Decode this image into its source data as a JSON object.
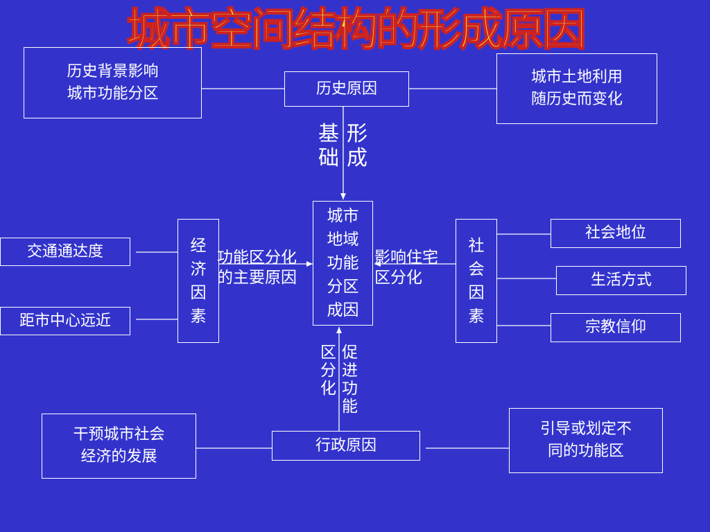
{
  "title": "城市空间结构的形成原因",
  "boxes": {
    "history_bg": "历史背景影响\n城市功能分区",
    "history_reason": "历史原因",
    "land_use": "城市土地利用\n随历史而变化",
    "center": "城市\n地域\n功能\n分区\n成因",
    "economic": "经\n济\n因\n素",
    "social": "社\n会\n因\n素",
    "traffic": "交通通达度",
    "distance": "距市中心远近",
    "status": "社会地位",
    "lifestyle": "生活方式",
    "religion": "宗教信仰",
    "admin": "行政原因",
    "intervene": "干预城市社会\n经济的发展",
    "guide": "引导或划定不\n同的功能区"
  },
  "labels": {
    "basis": "基\n础",
    "forming": "形\n成",
    "main_reason": "功能区分化\n的主要原因",
    "residential": "影响住宅\n区分化",
    "zoning": "区\n分\n化",
    "promote": "促\n进\n功\n能"
  }
}
